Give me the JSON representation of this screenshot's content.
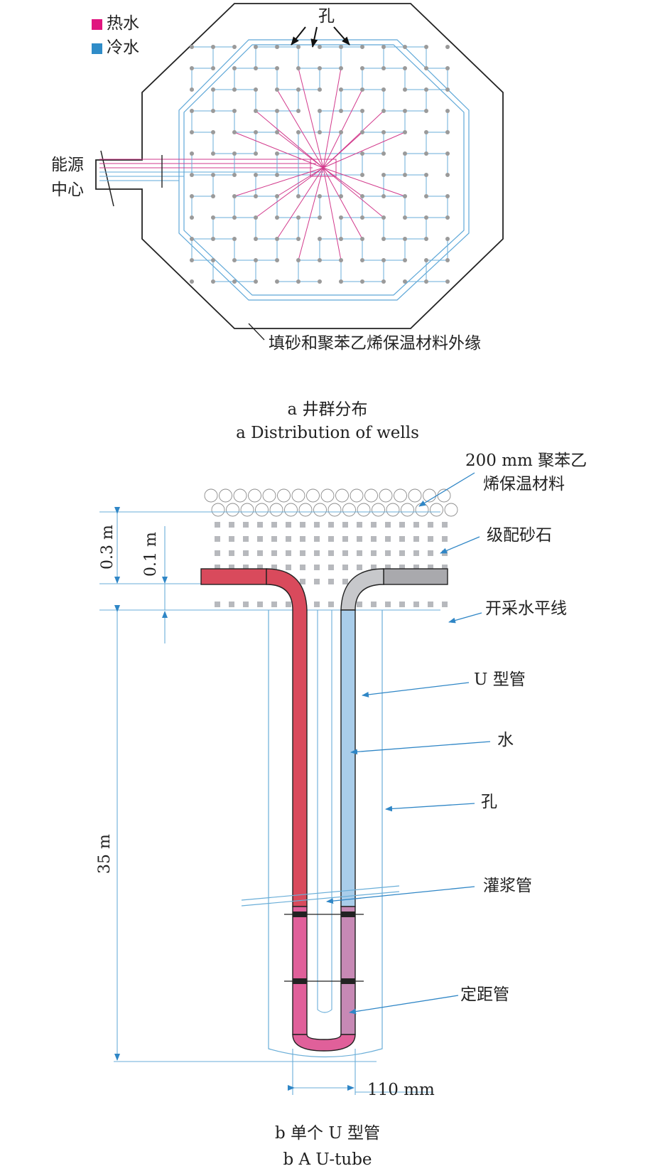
{
  "legend": {
    "hot": {
      "label": "热水",
      "color": "#e0157f"
    },
    "cold": {
      "label": "冷水",
      "color": "#2f8cc8"
    }
  },
  "panel_a": {
    "hole_label": "孔",
    "energy_center": [
      "能源",
      "中心"
    ],
    "outer_edge_label": "填砂和聚苯乙烯保温材料外缘",
    "caption_cn": "a  井群分布",
    "caption_en": "a  Distribution of wells"
  },
  "panel_b": {
    "insulation_label": [
      "200 mm 聚苯乙",
      "烯保温材料"
    ],
    "gravel_label": "级配砂石",
    "mining_level_label": "开采水平线",
    "u_tube_label": "U 型管",
    "water_label": "水",
    "hole_label": "孔",
    "grout_pipe_label": "灌浆管",
    "spacer_label": "定距管",
    "dim_03": "0.3 m",
    "dim_01": "0.1 m",
    "dim_35": "35 m",
    "dim_110": "110 mm",
    "caption_cn": "b  单个 U 型管",
    "caption_en": "b  A U-tube"
  },
  "colors": {
    "hot_pipe": "#d94a5c",
    "hot_pipe_lower": "#e0609a",
    "cold_pipe_upper": "#a9a9ad",
    "cold_pipe": "#a9cdea",
    "cold_pipe_lower": "#c789b5",
    "annotation_arrow": "#2f86c6",
    "well_dot": "#9a9a9a",
    "gravel": "#b7b9bd"
  }
}
